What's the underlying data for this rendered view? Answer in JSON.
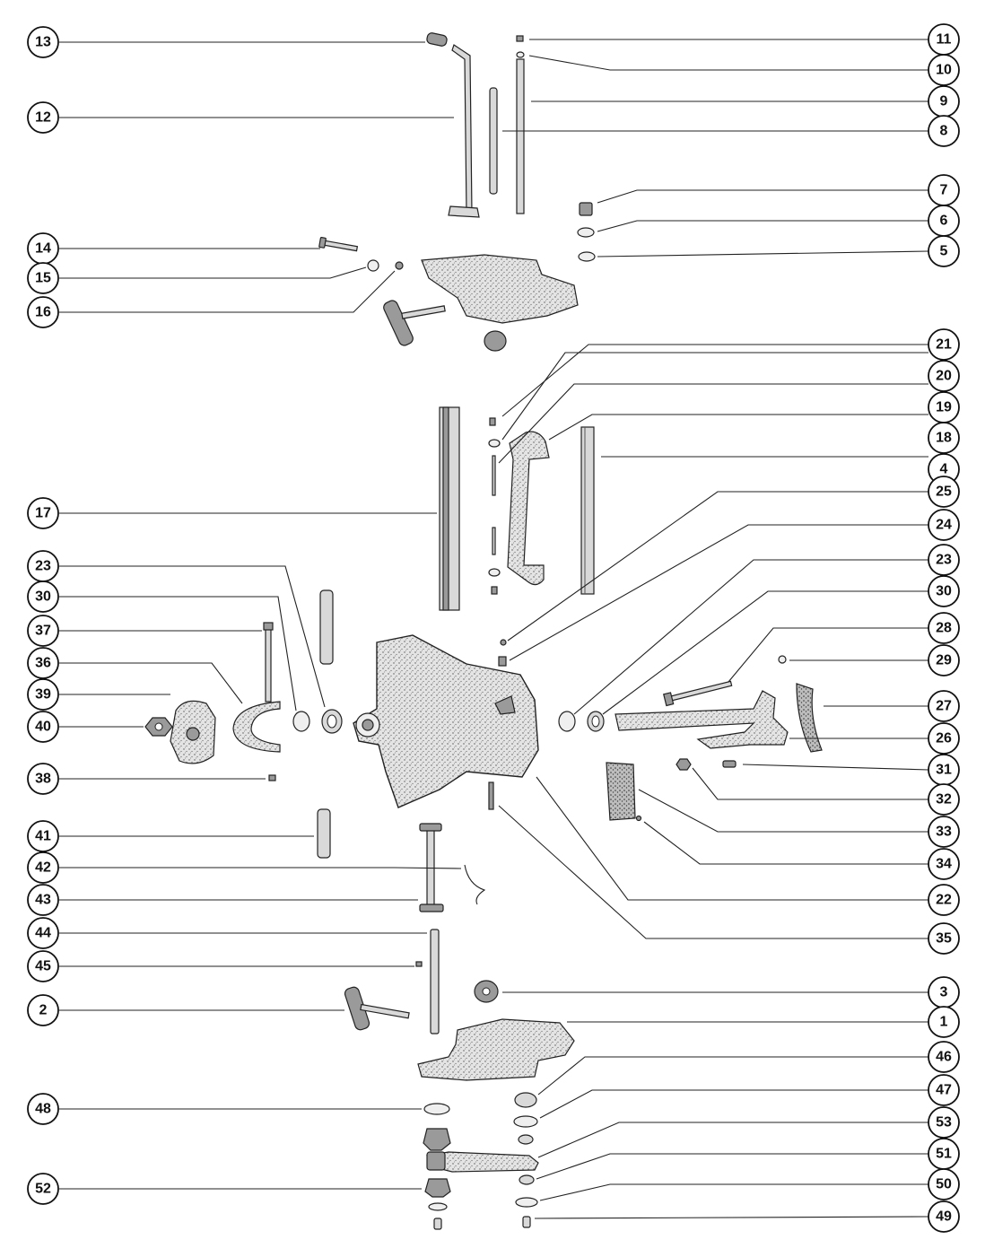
{
  "diagram": {
    "callouts": [
      {
        "label": "13"
      },
      {
        "label": "12"
      },
      {
        "label": "14"
      },
      {
        "label": "15"
      },
      {
        "label": "16"
      },
      {
        "label": "17"
      },
      {
        "label": "23"
      },
      {
        "label": "30"
      },
      {
        "label": "37"
      },
      {
        "label": "36"
      },
      {
        "label": "39"
      },
      {
        "label": "40"
      },
      {
        "label": "38"
      },
      {
        "label": "41"
      },
      {
        "label": "42"
      },
      {
        "label": "43"
      },
      {
        "label": "44"
      },
      {
        "label": "45"
      },
      {
        "label": "2"
      },
      {
        "label": "48"
      },
      {
        "label": "52"
      },
      {
        "label": "11"
      },
      {
        "label": "10"
      },
      {
        "label": "9"
      },
      {
        "label": "8"
      },
      {
        "label": "7"
      },
      {
        "label": "6"
      },
      {
        "label": "5"
      },
      {
        "label": "21"
      },
      {
        "label": "20"
      },
      {
        "label": "19"
      },
      {
        "label": "18"
      },
      {
        "label": "4"
      },
      {
        "label": "25"
      },
      {
        "label": "24"
      },
      {
        "label": "23"
      },
      {
        "label": "30"
      },
      {
        "label": "28"
      },
      {
        "label": "29"
      },
      {
        "label": "27"
      },
      {
        "label": "26"
      },
      {
        "label": "31"
      },
      {
        "label": "32"
      },
      {
        "label": "33"
      },
      {
        "label": "34"
      },
      {
        "label": "22"
      },
      {
        "label": "35"
      },
      {
        "label": "3"
      },
      {
        "label": "1"
      },
      {
        "label": "46"
      },
      {
        "label": "47"
      },
      {
        "label": "53"
      },
      {
        "label": "51"
      },
      {
        "label": "50"
      },
      {
        "label": "49"
      }
    ]
  }
}
